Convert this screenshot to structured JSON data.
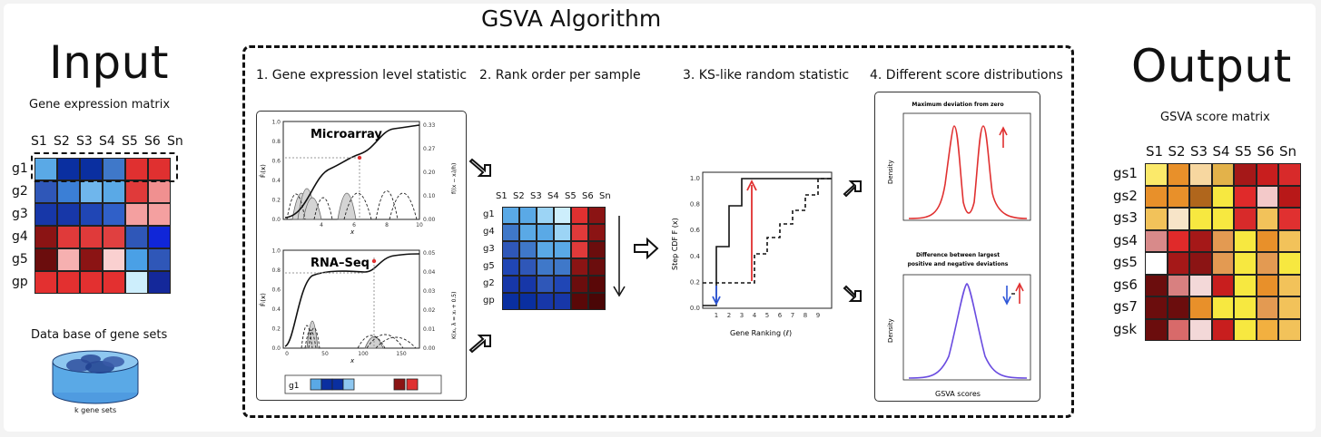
{
  "title": "GSVA Algorithm",
  "input": {
    "heading": "Input",
    "matrix_caption": "Gene expression matrix",
    "columns": [
      "S1",
      "S2",
      "S3",
      "S4",
      "S5",
      "S6",
      "Sn"
    ],
    "rows": [
      "g1",
      "g2",
      "g3",
      "g4",
      "g5",
      "gp"
    ],
    "colors": [
      [
        "#5aa9e6",
        "#0a2fa0",
        "#0a2fa0",
        "#3f78c9",
        "#e03030",
        "#e03030"
      ],
      [
        "#2f57b8",
        "#3b7fd6",
        "#6fb6ec",
        "#5aa9e6",
        "#e03a3a",
        "#f09090"
      ],
      [
        "#1737a8",
        "#1737a8",
        "#2046b5",
        "#3060c8",
        "#f4a0a0",
        "#f4a0a0"
      ],
      [
        "#8b1414",
        "#e03a3a",
        "#e03a3a",
        "#e04040",
        "#2f57b8",
        "#1026d8"
      ],
      [
        "#6b0d0d",
        "#f6b0b0",
        "#8b1414",
        "#fad0d0",
        "#4aa0e6",
        "#2f57b8"
      ],
      [
        "#e33030",
        "#e33030",
        "#e33030",
        "#e33030",
        "#cdeefc",
        "#14289a"
      ]
    ],
    "db_caption": "Data base of gene sets",
    "db_sub": "k gene sets"
  },
  "steps": [
    "1. Gene expression level statistic",
    "2. Rank order per sample",
    "3. KS-like random statistic",
    "4. Different score distributions"
  ],
  "step1": {
    "top_title": "Microarray",
    "bottom_title": "RNA–Seq",
    "x_axis": "x",
    "top_ylabel_left": "F̂ᵢ(x)",
    "top_ylabel_right": "f((x − xᵢ)/h)",
    "bottom_ylabel_right": "K(xᵢ, λ = xᵢ + 0.5)",
    "top_yticks_left": [
      "0.0",
      "0.2",
      "0.4",
      "0.6",
      "0.8",
      "1.0"
    ],
    "top_yticks_right": [
      "0.00",
      "0.10",
      "0.20",
      "0.27",
      "0.33"
    ],
    "top_xticks": [
      "4",
      "6",
      "8",
      "10"
    ],
    "bottom_yticks_left": [
      "0.0",
      "0.2",
      "0.4",
      "0.6",
      "0.8",
      "1.0"
    ],
    "bottom_yticks_right": [
      "0.00",
      "0.01",
      "0.02",
      "0.03",
      "0.04",
      "0.05"
    ],
    "bottom_xticks": [
      "0",
      "50",
      "100",
      "150"
    ],
    "strip_label": "g1",
    "strip_colors": [
      "#5aa9e6",
      "#0a2fa0",
      "#0a2fa0",
      "#8ec7f0",
      "#8b1414",
      "#e03030"
    ]
  },
  "step2": {
    "columns": [
      "S1",
      "S2",
      "S3",
      "S4",
      "S5",
      "S6",
      "Sn"
    ],
    "rows": [
      "g1",
      "g4",
      "g3",
      "g5",
      "g2",
      "gp"
    ],
    "colors": [
      [
        "#5aa9e6",
        "#5aa9e6",
        "#9cd4f5",
        "#cdeefc",
        "#e03030",
        "#8b1414"
      ],
      [
        "#3f78c9",
        "#5aa9e6",
        "#5aa9e6",
        "#9cd4f5",
        "#e03a3a",
        "#8b1414"
      ],
      [
        "#2f57b8",
        "#3f78c9",
        "#5aa9e6",
        "#5aa9e6",
        "#e03a3a",
        "#6b0d0d"
      ],
      [
        "#2046b5",
        "#2f57b8",
        "#3f78c9",
        "#3f78c9",
        "#8b1414",
        "#6b0d0d"
      ],
      [
        "#1737a8",
        "#1737a8",
        "#2f57b8",
        "#2046b5",
        "#6b0d0d",
        "#5a0808"
      ],
      [
        "#0a2fa0",
        "#0a2fa0",
        "#1737a8",
        "#1737a8",
        "#5a0808",
        "#4a0606"
      ]
    ]
  },
  "step3": {
    "ylabel": "Step CDF F (x)",
    "xlabel": "Gene Ranking (ℓ)",
    "yticks": [
      "0.0",
      "0.2",
      "0.4",
      "0.6",
      "0.8",
      "1.0"
    ],
    "xticks": [
      "1",
      "2",
      "3",
      "4",
      "5",
      "6",
      "7",
      "8",
      "9"
    ]
  },
  "step4": {
    "top_title": "Maximum deviation from zero",
    "bottom_title_1": "Difference between largest",
    "bottom_title_2": "positive and negative deviations",
    "ylabel": "Density",
    "xlabel": "GSVA scores",
    "colors": {
      "red": "#e03030",
      "blue": "#2f57d8",
      "purple": "#6a4ce0"
    }
  },
  "output": {
    "heading": "Output",
    "matrix_caption": "GSVA score matrix",
    "columns": [
      "S1",
      "S2",
      "S3",
      "S4",
      "S5",
      "S6",
      "Sn"
    ],
    "rows": [
      "gs1",
      "gs2",
      "gs3",
      "gs4",
      "gs5",
      "gs6",
      "gs7",
      "gsk"
    ],
    "colors": [
      [
        "#fbe96a",
        "#e8902a",
        "#f7d7a0",
        "#e3b24a",
        "#a51818",
        "#c81e1e",
        "#d82a2a"
      ],
      [
        "#e8902a",
        "#e8902a",
        "#b0661c",
        "#f7e840",
        "#e02a2a",
        "#f3c9c9",
        "#b81818"
      ],
      [
        "#f2c25a",
        "#f7e4c8",
        "#f7e840",
        "#f7e840",
        "#d82a2a",
        "#f2c25a",
        "#e03030"
      ],
      [
        "#d88a8a",
        "#e02a2a",
        "#a51818",
        "#e39a52",
        "#f7e840",
        "#e8902a",
        "#f2c25a"
      ],
      [
        "#ffffff",
        "#a51818",
        "#8b1414",
        "#e39a52",
        "#f7e840",
        "#e39a52",
        "#f7e840"
      ],
      [
        "#6b0d0d",
        "#d88080",
        "#f3d8d8",
        "#c81e1e",
        "#f7e840",
        "#e8902a",
        "#f2c25a"
      ],
      [
        "#6b0d0d",
        "#6b0d0d",
        "#e8902a",
        "#f7e840",
        "#f7e840",
        "#e39a52",
        "#f2c25a"
      ],
      [
        "#6b0d0d",
        "#d86a6a",
        "#f3d8d8",
        "#c81e1e",
        "#f7e840",
        "#f2b040",
        "#f2c25a"
      ]
    ]
  }
}
